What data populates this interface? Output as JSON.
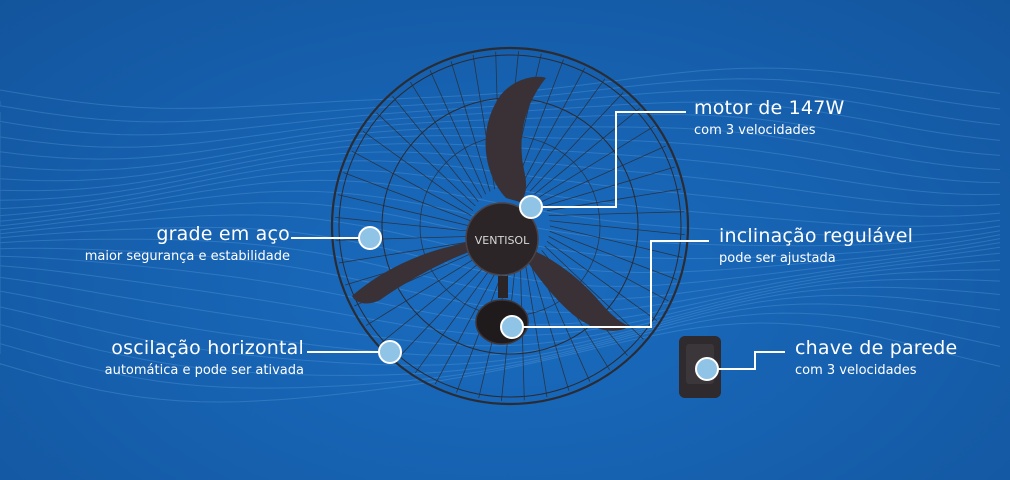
{
  "brand": {
    "logo_text": "VENTISOL"
  },
  "colors": {
    "background": "#1762b3",
    "text": "#ffffff",
    "blade": "#3a3136",
    "hub": "#2b2528",
    "marker_fill": "#8fc4e6"
  },
  "callouts": {
    "motor": {
      "title": "motor de 147W",
      "subtitle": "com 3 velocidades"
    },
    "grade": {
      "title": "grade em aço",
      "subtitle": "maior segurança e estabilidade"
    },
    "inclinacao": {
      "title": "inclinação regulável",
      "subtitle": "pode ser ajustada"
    },
    "oscilacao": {
      "title": "oscilação horizontal",
      "subtitle": "automática e pode ser ativada"
    },
    "chave": {
      "title": "chave de parede",
      "subtitle": "com 3 velocidades"
    }
  }
}
